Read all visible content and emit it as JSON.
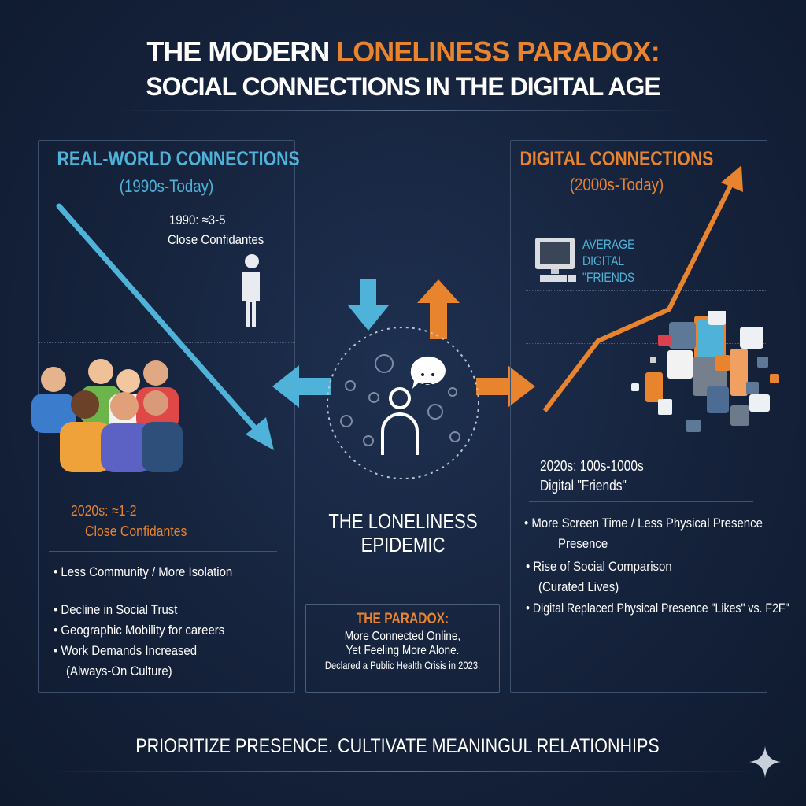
{
  "title": {
    "line1_white": "THE MODERN ",
    "line1_orange": "LONELINESS PARADOX:",
    "line2": "SOCIAL CONNECTIONS IN THE DIGITAL AGE"
  },
  "left": {
    "heading": "REAL-WORLD CONNECTIONS",
    "period": "(1990s-Today)",
    "stat1990": "1990: ≈3-5",
    "stat1990_label": "Close Confidantes",
    "stat2020": "2020s: ≈1-2",
    "stat2020_label": "Close Confidantes",
    "bullets": [
      "Less Community / More Isolation",
      "Decline in Social Trust",
      "Geographic Mobility for careers",
      "Work Demands Increased",
      "(Always-On Culture)"
    ]
  },
  "center": {
    "heading_line1": "THE LONELINESS",
    "heading_line2": "EPIDEMIC",
    "paradox_title": "THE PARADOX:",
    "paradox_line1": "More Connected Online,",
    "paradox_line2": "Yet Feeling More Alone.",
    "paradox_line3": "Declared a Public Health Crisis in 2023."
  },
  "right": {
    "heading": "DIGITAL CONNECTIONS",
    "period": "(2000s-Today)",
    "avg_line1": "AVERAGE",
    "avg_line2": "DIGITAL",
    "avg_line3": "\"FRIENDS",
    "stat2020": "2020s: 100s-1000s",
    "stat2020_label": "Digital \"Friends\"",
    "bullets": [
      "More Screen Time / Less Physical Presence",
      "Presence",
      "Rise of Social Comparison",
      "(Curated Lives)",
      "Digital Replaced Physical Presence \"Likes\" vs. F2F\""
    ]
  },
  "footer": {
    "text": "PRIORITIZE PRESENCE. CULTIVATE MEANINGUL RELATIONHIPS"
  },
  "colors": {
    "orange": "#e8832e",
    "blue": "#4fb3d9",
    "bg": "#15223b"
  }
}
